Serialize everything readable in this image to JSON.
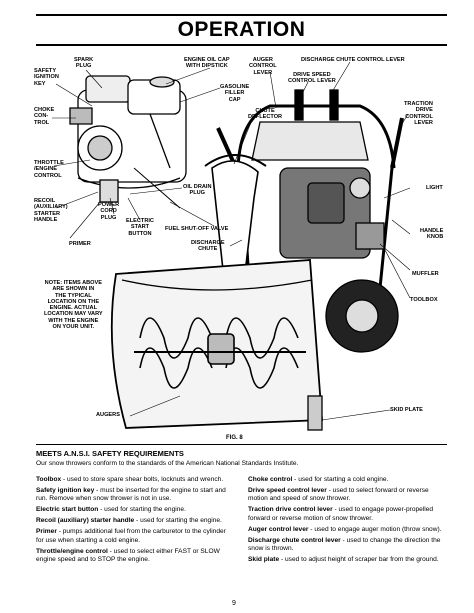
{
  "page": {
    "title": "OPERATION",
    "figure_label": "FIG. 8",
    "page_number": "9"
  },
  "callouts": {
    "safety_key": "SAFETY\nIGNITION\nKEY",
    "spark_plug": "SPARK\nPLUG",
    "engine_oil_cap": "ENGINE OIL CAP\nWITH DIPSTICK",
    "auger_lever": "AUGER\nCONTROL\nLEVER",
    "chute_lever": "DISCHARGE CHUTE CONTROL LEVER",
    "drive_lever": "DRIVE SPEED\nCONTROL LEVER",
    "choke": "CHOKE\nCON-\nTROL",
    "gasoline_cap": "GASOLINE\nFILLER\nCAP",
    "chute_deflector": "CHUTE\nDEFLECTOR",
    "traction_lever": "TRACTION\nDRIVE\nCONTROL\nLEVER",
    "throttle": "THROTTLE\n/ENGINE\nCONTROL",
    "oil_drain": "OIL DRAIN\nPLUG",
    "light": "LIGHT",
    "recoil": "RECOIL\n(AUXILIARY)\nSTARTER\nHANDLE",
    "power_cord": "POWER\nCORD\nPLUG",
    "electric_start": "ELECTRIC\nSTART\nBUTTON",
    "fuel_valve": "FUEL SHUT-OFF VALVE",
    "handle_knob": "HANDLE\nKNOB",
    "primer": "PRIMER",
    "discharge_chute": "DISCHARGE\nCHUTE",
    "muffler": "MUFFLER",
    "note": "NOTE: ITEMS ABOVE\nARE SHOWN IN\nTHE TYPICAL\nLOCATION ON THE\nENGINE. ACTUAL\nLOCATION MAY VARY\nWITH THE ENGINE\nON YOUR UNIT.",
    "toolbox": "TOOLBOX",
    "augers": "AUGERS",
    "skid_plate": "SKID PLATE"
  },
  "section": {
    "heading": "MEETS A.N.S.I. SAFETY REQUIREMENTS",
    "intro": "Our snow throwers conform to the standards of the American National Standards Institute."
  },
  "definitions_left": [
    {
      "term": "Toolbox",
      "text": " - used to store spare shear bolts, locknuts and wrench."
    },
    {
      "term": "Safety ignition key",
      "text": " - must be inserted for the engine to start and run. Remove when snow thrower is not in use."
    },
    {
      "term": "Electric start button",
      "text": " - used for starting the engine."
    },
    {
      "term": "Recoil (auxiliary) starter handle",
      "text": " - used for starting the engine."
    },
    {
      "term": "Primer",
      "text": " - pumps additional fuel from the carburetor to the cylinder for use when starting a cold engine."
    },
    {
      "term": "Throttle/engine control",
      "text": " - used to select either FAST or SLOW engine speed and to STOP the engine."
    }
  ],
  "definitions_right": [
    {
      "term": "Choke control",
      "text": " - used for starting a cold engine."
    },
    {
      "term": "Drive speed control lever",
      "text": " - used to select forward or reverse motion and speed of snow thrower."
    },
    {
      "term": "Traction drive control lever",
      "text": " - used to engage power-propelled forward or reverse motion of snow thrower."
    },
    {
      "term": "Auger control lever",
      "text": " - used to engage auger motion (throw snow)."
    },
    {
      "term": "Discharge chute control lever",
      "text": " - used to change the direction the snow is thrown."
    },
    {
      "term": "Skid plate",
      "text": " - used to adjust height of scraper bar from the ground."
    }
  ]
}
